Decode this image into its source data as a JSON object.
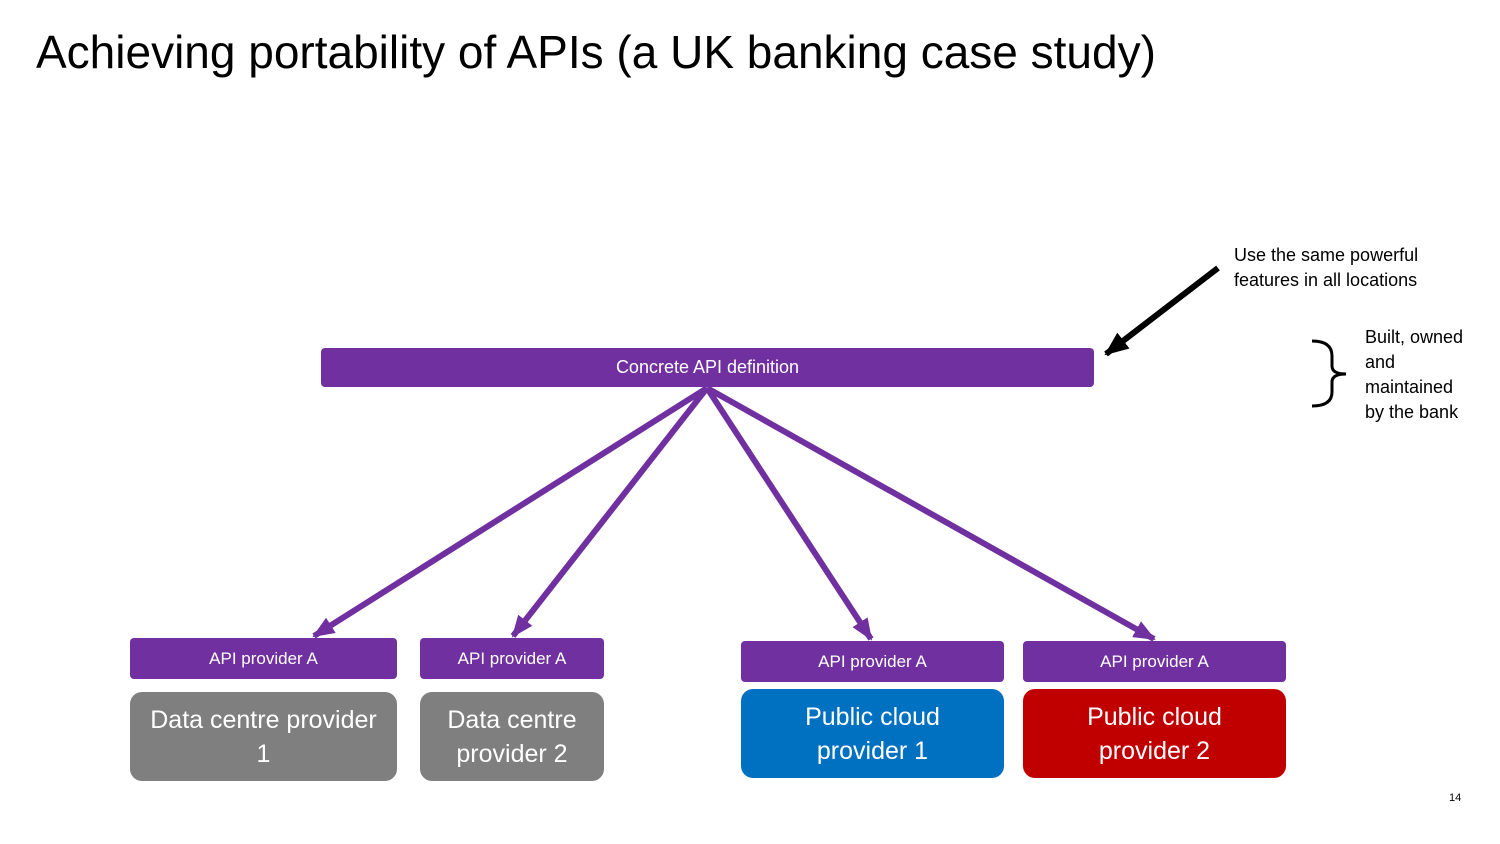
{
  "title": "Achieving portability of APIs (a UK banking case study)",
  "api_definition": "Concrete API definition",
  "providers": [
    {
      "api_label": "API provider A",
      "name_line1": "Data centre provider",
      "name_line2": "1",
      "color": "#7f7f7f"
    },
    {
      "api_label": "API provider A",
      "name_line1": "Data centre",
      "name_line2": "provider 2",
      "color": "#7f7f7f"
    },
    {
      "api_label": "API provider A",
      "name_line1": "Public cloud",
      "name_line2": "provider 1",
      "color": "#0070c0"
    },
    {
      "api_label": "API provider A",
      "name_line1": "Public cloud",
      "name_line2": "provider 2",
      "color": "#c00000"
    }
  ],
  "annotation": {
    "line1": "Use the same powerful",
    "line2": "features in all locations"
  },
  "brace_note": {
    "line1": "Built, owned",
    "line2": "and",
    "line3": "maintained",
    "line4": "by the bank"
  },
  "page_number": "14",
  "accent_color": "#7030a0"
}
